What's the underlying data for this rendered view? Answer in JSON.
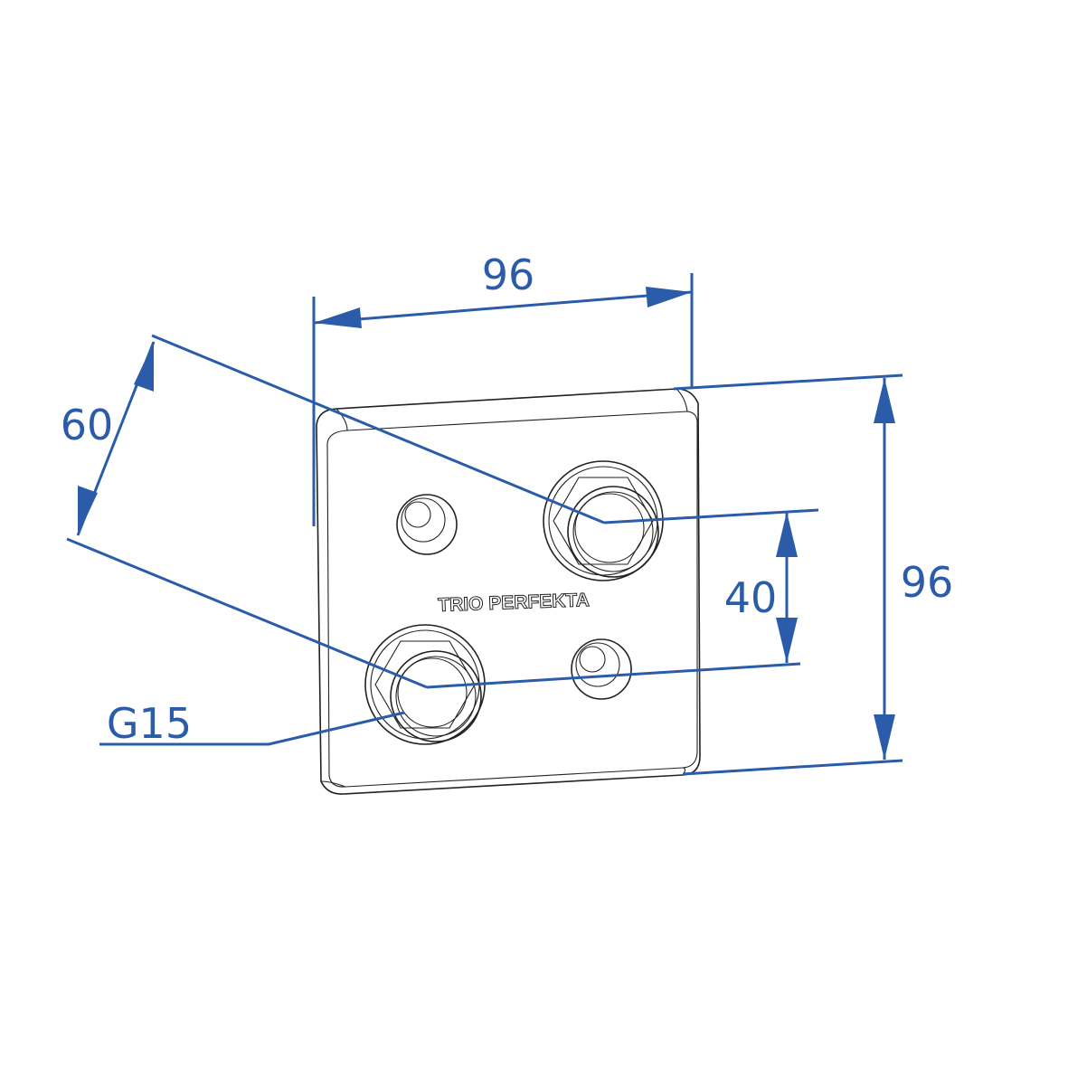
{
  "drawing": {
    "brand_text": "TRIO PERFEKTA",
    "dimensions": {
      "width_top": "96",
      "height_right": "96",
      "diagonal": "60",
      "vertical_spacing": "40",
      "thread": "G15"
    },
    "colors": {
      "dimension": "#2a5caa",
      "outline": "#222222"
    }
  }
}
